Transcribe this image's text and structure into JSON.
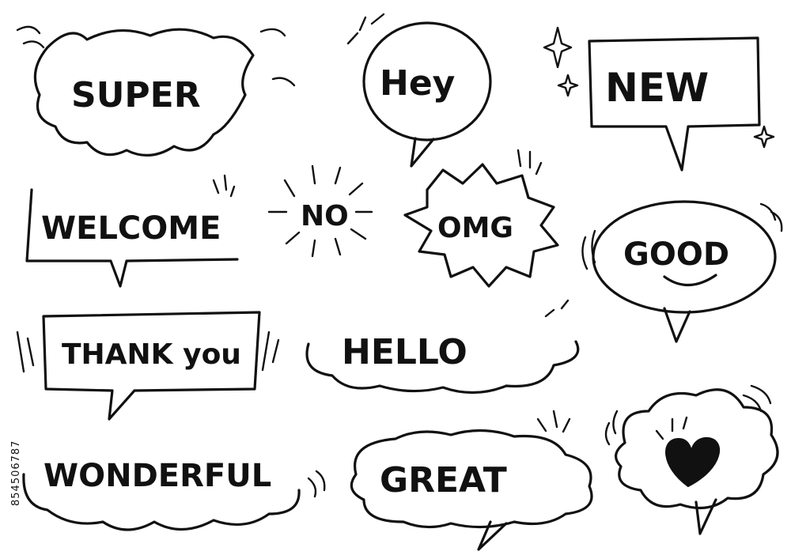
{
  "bubbles": {
    "super": "SUPER",
    "hey": "Hey",
    "new": "NEW",
    "welcome": "WELCOME",
    "no": "NO",
    "omg": "OMG",
    "good": "GOOD",
    "thank_you": "THANK you",
    "hello": "HELLO",
    "wonderful": "WONDERFUL",
    "great": "GREAT"
  },
  "stock_id": "854506787",
  "icons": [
    "heart-icon",
    "sparkle-icon",
    "burst-lines-icon",
    "smile-icon"
  ],
  "colors": {
    "ink": "#111111",
    "background": "#ffffff",
    "heart_fill": "#111111"
  }
}
